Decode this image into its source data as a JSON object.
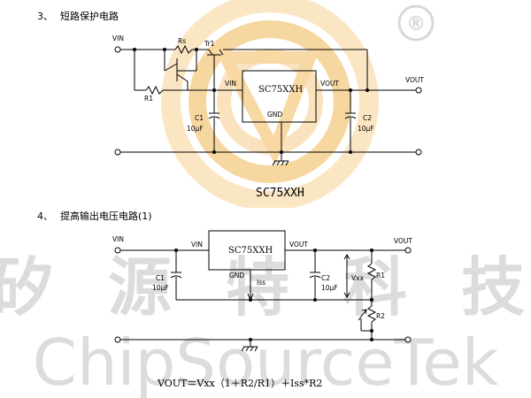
{
  "watermark": {
    "cn_text": "矽 源 特 科 技",
    "en_text": "ChipSourceTek",
    "logo_colors": [
      "#f6cf86",
      "#f9ddb5",
      "#f6e7d4"
    ],
    "text_color": "#d9d9d9",
    "registered_mark": "®"
  },
  "section1": {
    "number": "3、",
    "title": "短路保护电路",
    "vin": "VIN",
    "vout": "VOUT",
    "rs": "Rs",
    "tr1": "Tr1",
    "r1": "R1",
    "chip_vin": "VIN",
    "chip_vout": "VOUT",
    "chip_name": "SC75XXH",
    "chip_gnd": "GND",
    "c1": "C1",
    "c1_value": "10μF",
    "c2": "C2",
    "c2_value": "10μF",
    "caption": "SC75XXH"
  },
  "section2": {
    "number": "4、",
    "title": "提高输出电压电路(1)",
    "vin": "VIN",
    "vout": "VOUT",
    "chip_vin": "VIN",
    "chip_vout": "VOUT",
    "chip_name": "SC75XXH",
    "chip_gnd": "GND",
    "c1": "C1",
    "c1_value": "10μF",
    "c2": "C2",
    "c2_value": "10μF",
    "iss": "Iss",
    "vxx": "Vxx",
    "r1": "R1",
    "r2": "R2",
    "formula": "VOUT＝Vxx（1＋R2/R1）＋Iss*R2"
  }
}
